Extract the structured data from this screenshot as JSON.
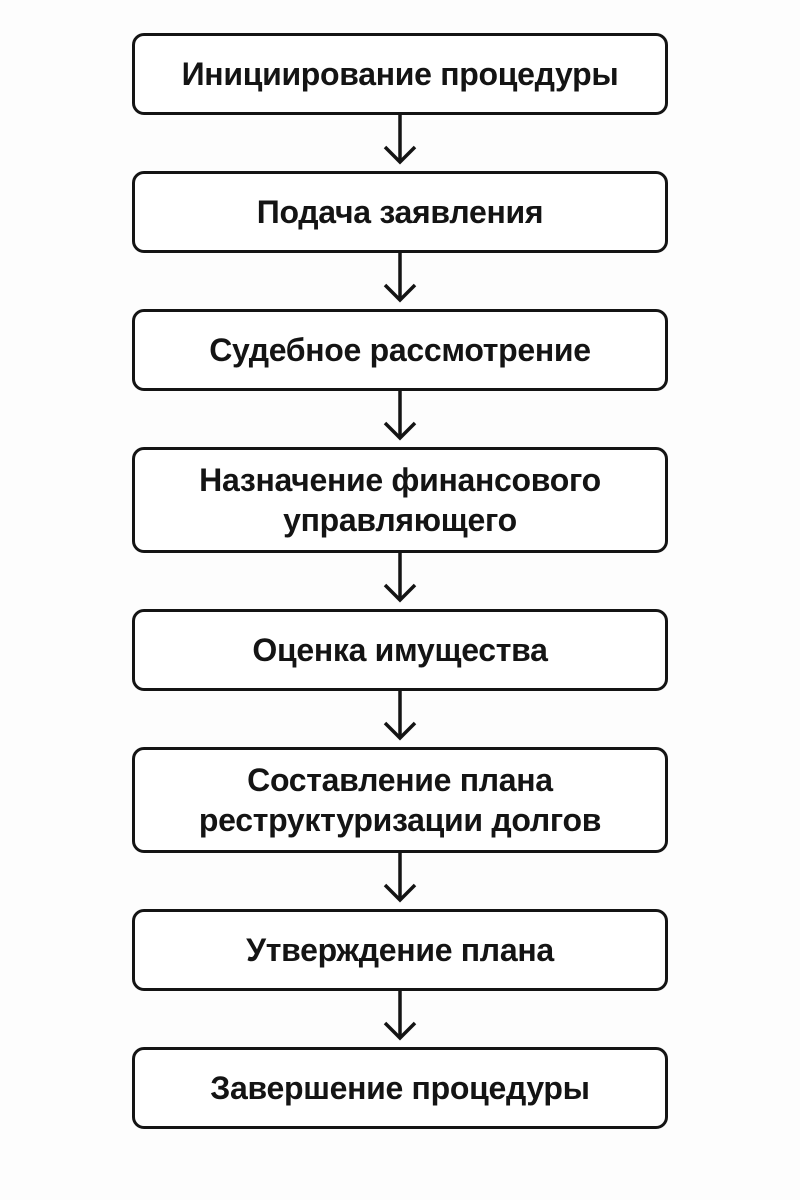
{
  "page": {
    "background_color": "#fdfdfd",
    "box_background_color": "#ffffff",
    "line_color": "#141414",
    "text_color": "#141414"
  },
  "flowchart": {
    "type": "vertical-flow",
    "direction": "top-down",
    "connector": "arrow-down",
    "steps": [
      {
        "label": "Инициирование процедуры"
      },
      {
        "label": "Подача заявления"
      },
      {
        "label": "Судебное рассмотрение"
      },
      {
        "label": "Назначение финансового\nуправляющего"
      },
      {
        "label": "Оценка имущества"
      },
      {
        "label": "Составление плана\nреструктуризации долгов"
      },
      {
        "label": "Утверждение плана"
      },
      {
        "label": "Завершение процедуры"
      }
    ]
  }
}
